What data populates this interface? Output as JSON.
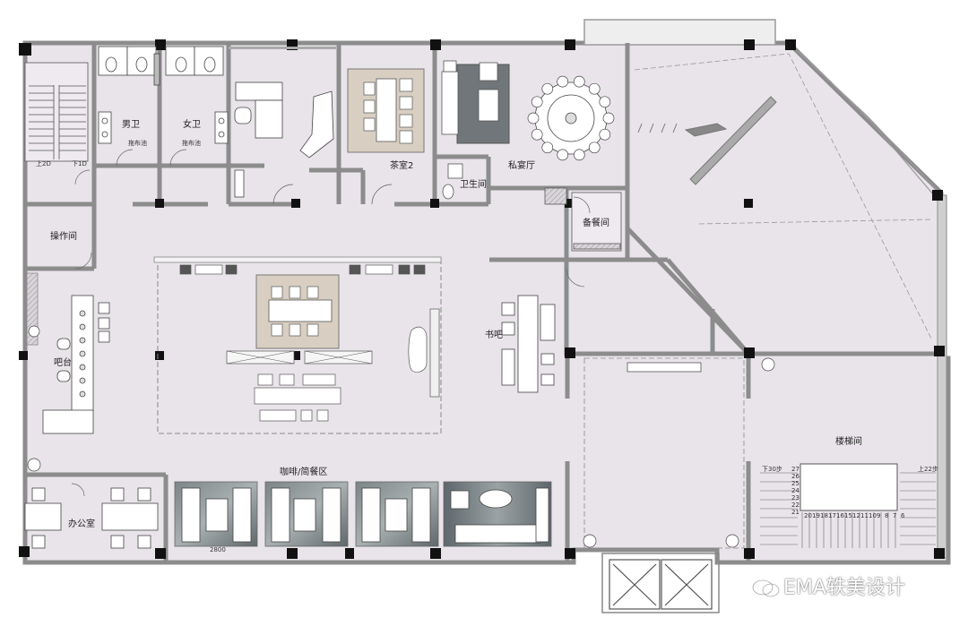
{
  "rooms": {
    "mens_wc": "男卫",
    "womens_wc": "女卫",
    "operation_room": "操作间",
    "tea_room": "茶室2",
    "restroom": "卫生间",
    "private_dining": "私宴厅",
    "pantry": "备餐间",
    "bar": "吧台",
    "book_bar": "书吧",
    "stairwell": "楼梯间",
    "coffee_area": "咖啡/简餐区",
    "office": "办公室"
  },
  "annotations": {
    "stair_up_left": "上2D",
    "stair_down_left": "下1D",
    "stair_down_right": "下30步",
    "stair_up_right": "上22步",
    "dimension_bottom": "2800",
    "wc_small_left": "拖布池",
    "wc_small_right": "拖布池"
  },
  "stair_numbers_right": [
    "27",
    "26",
    "25",
    "24",
    "23",
    "22",
    "21"
  ],
  "stair_numbers_bottom": [
    "20",
    "19",
    "18",
    "17",
    "16",
    "15",
    "12",
    "11",
    "10",
    "9",
    "8",
    "7",
    "6"
  ],
  "watermark": "EMA轶美设计",
  "colors": {
    "floor": "#e9e4ea",
    "wall": "#8c8c8c",
    "column": "#111111",
    "tea_rug": "#d8cfc2",
    "sofa_rug": "#6c7478",
    "outside": "#ffffff"
  }
}
